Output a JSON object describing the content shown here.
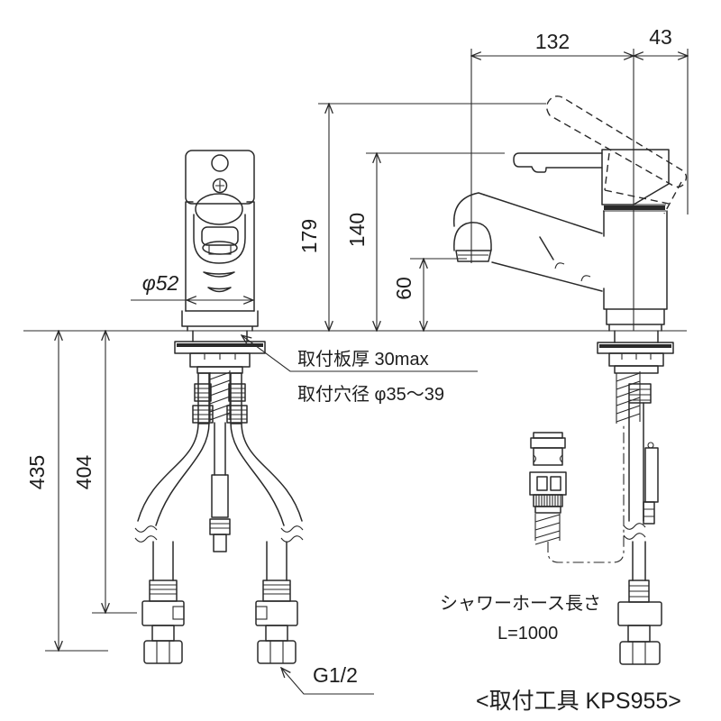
{
  "dimensions": {
    "top_width": "132",
    "top_back": "43",
    "height_total": "179",
    "height_spout": "140",
    "height_outlet": "60",
    "below_total": "435",
    "below_hose": "404",
    "body_dia": "φ52"
  },
  "notes": {
    "plate_thickness": "取付板厚 30max",
    "hole_diameter": "取付穴径 φ35〜39",
    "shower_hose_label": "シャワーホース長さ",
    "shower_hose_length": "L=1000",
    "thread_size": "G1/2",
    "tool": "<取付工具 KPS955>"
  },
  "colors": {
    "line": "#2a2a2a",
    "background": "#ffffff"
  }
}
